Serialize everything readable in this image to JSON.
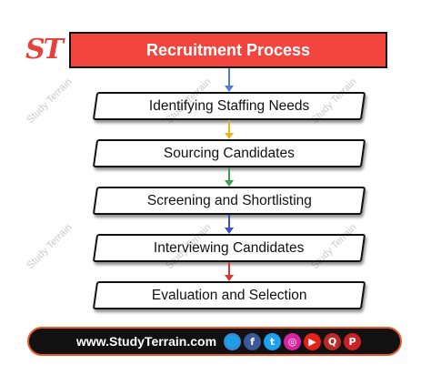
{
  "logo": {
    "text": "ST"
  },
  "title": "Recruitment Process",
  "steps": [
    "Identifying Staffing Needs",
    "Sourcing Candidates",
    "Screening and Shortlisting",
    "Interviewing Candidates",
    "Evaluation and Selection"
  ],
  "arrow_colors": [
    "#4a7fd6",
    "#e8b423",
    "#3aa34a",
    "#3c4fc8",
    "#d63a2f"
  ],
  "watermark": "Study Terrain",
  "footer": {
    "url": "www.StudyTerrain.com",
    "social_icons": [
      {
        "name": "globe-icon",
        "glyph": "🌐",
        "color": "#3a8bd6"
      },
      {
        "name": "facebook-icon",
        "glyph": "f",
        "color": "#3b5998"
      },
      {
        "name": "twitter-icon",
        "glyph": "t",
        "color": "#1da1f2"
      },
      {
        "name": "instagram-icon",
        "glyph": "◎",
        "color": "#d6249f"
      },
      {
        "name": "youtube-icon",
        "glyph": "▶",
        "color": "#e62117"
      },
      {
        "name": "quora-icon",
        "glyph": "Q",
        "color": "#b92b27"
      },
      {
        "name": "pinterest-icon",
        "glyph": "P",
        "color": "#cb2027"
      }
    ]
  },
  "colors": {
    "accent": "#f2453d",
    "footer_border": "#e85b2a"
  }
}
